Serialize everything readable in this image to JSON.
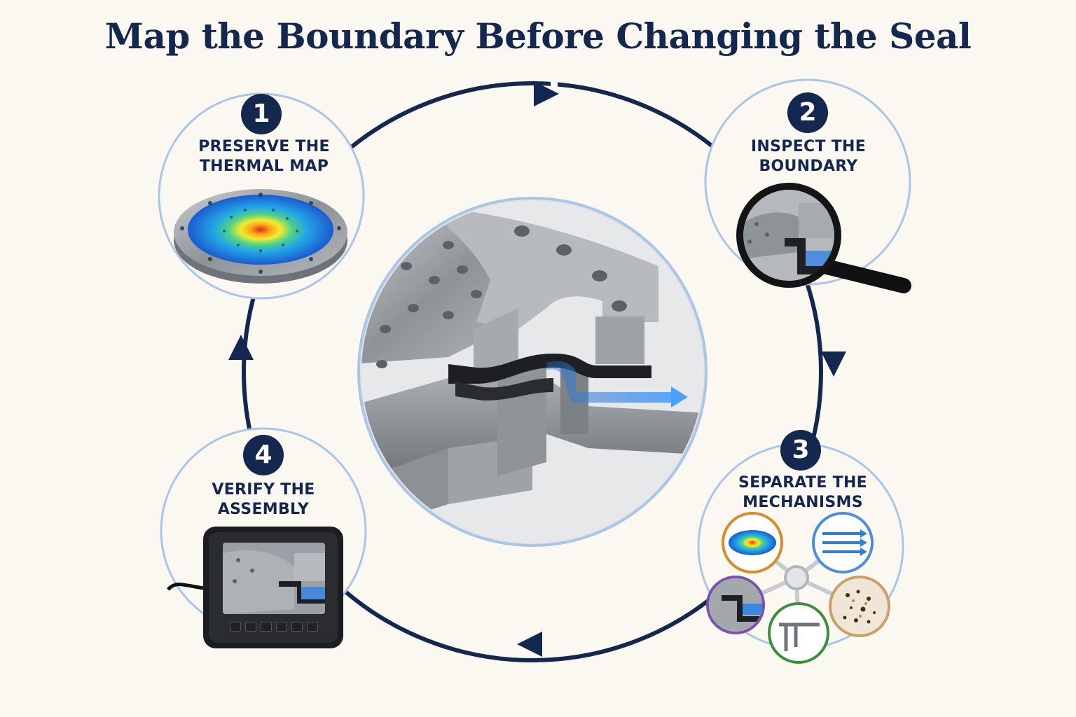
{
  "title": "Map the Boundary Before Changing the Seal",
  "steps": [
    {
      "number": "1",
      "title": "PRESERVE THE\nTHERMAL MAP",
      "icon": "thermal-map-plate-icon"
    },
    {
      "number": "2",
      "title": "INSPECT THE\nBOUNDARY",
      "icon": "magnifying-glass-icon"
    },
    {
      "number": "3",
      "title": "SEPARATE THE\nMECHANISMS",
      "icon": "mechanism-hub-icon"
    },
    {
      "number": "4",
      "title": "VERIFY THE\nASSEMBLY",
      "icon": "inspection-monitor-icon"
    }
  ],
  "center": {
    "icon": "seal-boundary-cross-section-icon"
  },
  "mechanisms": [
    {
      "icon": "thermal-map-icon",
      "color": "#d98a2b"
    },
    {
      "icon": "flow-arrows-icon",
      "color": "#4a90d9"
    },
    {
      "icon": "boundary-section-icon",
      "color": "#7b4fb0"
    },
    {
      "icon": "caliper-icon",
      "color": "#3f8f3a"
    },
    {
      "icon": "debris-particles-icon",
      "color": "#c9a06a"
    }
  ],
  "colors": {
    "navy": "#14284f",
    "ring": "#a9c6e6",
    "background": "#fbf8f2",
    "flow_blue": "#3d86e0"
  },
  "cycle": {
    "direction": "clockwise",
    "arrows": 4
  }
}
